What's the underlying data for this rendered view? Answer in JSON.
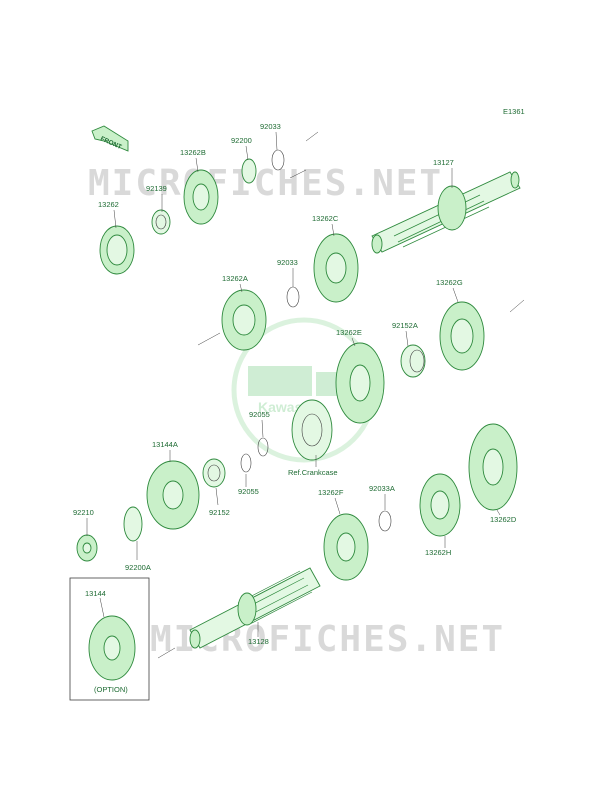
{
  "diagram": {
    "ref_code": "E1361",
    "front_label": "FRONT",
    "watermark": "MICROFICHES.NET",
    "center_logo": "Kawasaki",
    "ref_crankcase": "Ref.Crankcase",
    "option_label": "(OPTION)"
  },
  "parts": [
    {
      "id": "p13262",
      "label": "13262"
    },
    {
      "id": "p92139",
      "label": "92139"
    },
    {
      "id": "p13262B",
      "label": "13262B"
    },
    {
      "id": "p92200",
      "label": "92200"
    },
    {
      "id": "p92033a",
      "label": "92033"
    },
    {
      "id": "p13127",
      "label": "13127"
    },
    {
      "id": "p13262C",
      "label": "13262C"
    },
    {
      "id": "p92033b",
      "label": "92033"
    },
    {
      "id": "p13262A",
      "label": "13262A"
    },
    {
      "id": "p13262G",
      "label": "13262G"
    },
    {
      "id": "p92152A",
      "label": "92152A"
    },
    {
      "id": "p13262E",
      "label": "13262E"
    },
    {
      "id": "p92055a",
      "label": "92055"
    },
    {
      "id": "p13144A",
      "label": "13144A"
    },
    {
      "id": "p92055b",
      "label": "92055"
    },
    {
      "id": "p92152",
      "label": "92152"
    },
    {
      "id": "p92210",
      "label": "92210"
    },
    {
      "id": "p92200A",
      "label": "92200A"
    },
    {
      "id": "p13262F",
      "label": "13262F"
    },
    {
      "id": "p92033A",
      "label": "92033A"
    },
    {
      "id": "p13262H",
      "label": "13262H"
    },
    {
      "id": "p13262D",
      "label": "13262D"
    },
    {
      "id": "p13144",
      "label": "13144"
    },
    {
      "id": "p13128",
      "label": "13128"
    }
  ],
  "colors": {
    "line": "#2f8a3e",
    "fill": "#c9f0c9",
    "watermark": "#d9d9d9",
    "label": "#1e6b33"
  }
}
